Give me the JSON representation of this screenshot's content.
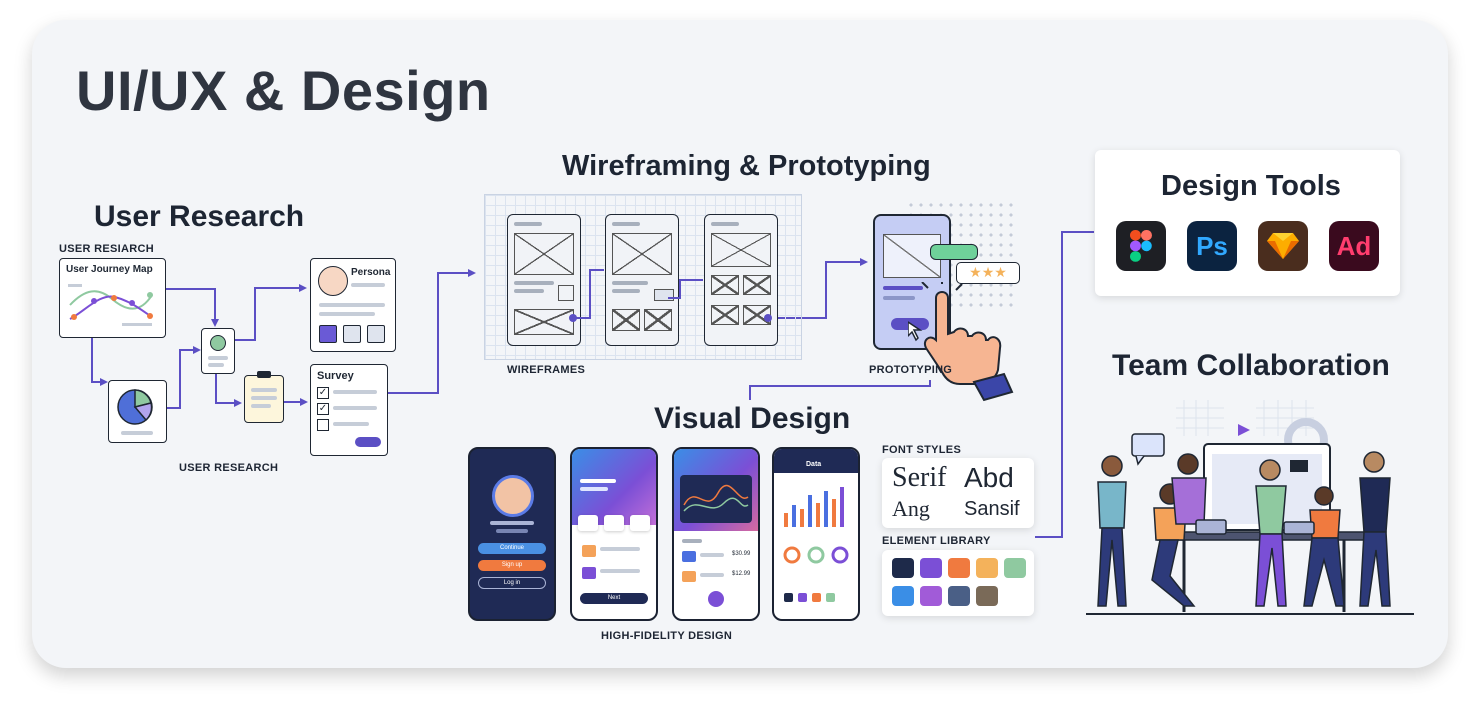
{
  "title": "UI/UX & Design",
  "user_research": {
    "title": "User Research",
    "top_caption": "USER RESIARCH",
    "journey_label": "User Journey Map",
    "persona_label": "Persona",
    "survey_label": "Survey",
    "bottom_caption": "USER RESEARCH"
  },
  "wireframing": {
    "title": "Wireframing & Prototyping",
    "wireframes_caption": "WIREFRAMES",
    "prototyping_caption": "PROTOTYPING"
  },
  "visual_design": {
    "title": "Visual Design",
    "hifi_caption": "HIGH-FIDELITY DESIGN",
    "font_styles_caption": "FONT STYLES",
    "fonts": [
      "Serif",
      "Abd",
      "Ang",
      "Sansif"
    ],
    "element_library_caption": "ELEMENT LIBRARY",
    "swatch_colors": [
      "#1e2a4a",
      "#7b4fd6",
      "#f07a3f",
      "#f4b25b",
      "#8fc9a0",
      "#3a8ee6",
      "#a15bd8",
      "#4a5f86",
      "#7a6a58"
    ],
    "phone_labels": {
      "continue": "Continue",
      "signup": "Sign up",
      "login": "Log in",
      "next": "Next",
      "data": "Data",
      "price1": "$30.99",
      "price2": "$12.99"
    }
  },
  "design_tools": {
    "title": "Design Tools",
    "tools": [
      {
        "name": "figma-icon",
        "label": "",
        "bg": "#1e1f24"
      },
      {
        "name": "photoshop-icon",
        "label": "Ps",
        "bg": "#0b2340",
        "fg": "#31a8ff"
      },
      {
        "name": "sketch-icon",
        "label": "",
        "bg": "#4a2d1e"
      },
      {
        "name": "adobe-xd-icon",
        "label": "Ad",
        "bg": "#3a0a1e",
        "fg": "#ff3d6e"
      }
    ]
  },
  "team": {
    "title": "Team Collaboration"
  },
  "colors": {
    "accent": "#5b4fc4",
    "ink": "#1d2533",
    "card_bg": "#f3f5f8"
  }
}
